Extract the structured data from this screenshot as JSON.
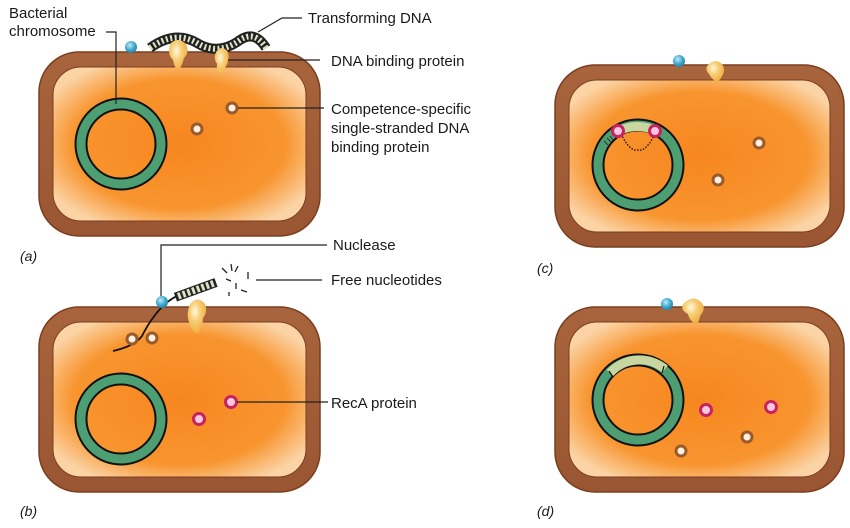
{
  "figure": {
    "panels": [
      {
        "id": "a",
        "label": "(a)"
      },
      {
        "id": "b",
        "label": "(b)"
      },
      {
        "id": "c",
        "label": "(c)"
      },
      {
        "id": "d",
        "label": "(d)"
      }
    ],
    "labels": {
      "bacterial_chromosome_line1": "Bacterial",
      "bacterial_chromosome_line2": "chromosome",
      "transforming_dna": "Transforming DNA",
      "dna_binding_protein": "DNA binding protein",
      "competence_line1": "Competence-specific",
      "competence_line2": "single-stranded DNA",
      "competence_line3": "binding protein",
      "nuclease": "Nuclease",
      "free_nucleotides": "Free nucleotides",
      "reca_protein": "RecA protein"
    },
    "colors": {
      "cell_wall": "#a8643c",
      "cytoplasm": "#f7952e",
      "chromosome": "#4e9e73",
      "nuclease": "#3aa6cc",
      "binding_protein": "#f2b94a",
      "ssb_protein": "#a0602e",
      "reca": "#c8235f",
      "integrated_dna": "#c8d7a0"
    }
  }
}
